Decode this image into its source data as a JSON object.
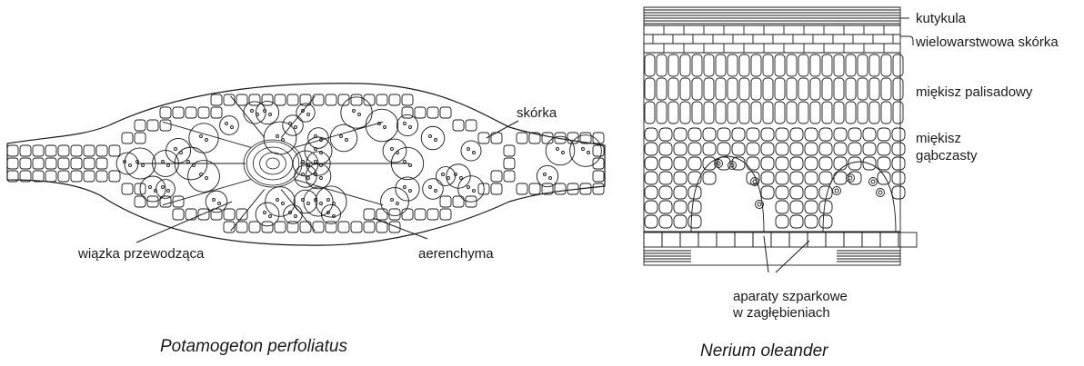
{
  "left_panel": {
    "caption": "Potamogeton perfoliatus",
    "labels": {
      "skorka": "skórka",
      "wiazka": "wiązka przewodząca",
      "aerenchyma": "aerenchyma"
    }
  },
  "right_panel": {
    "caption": "Nerium oleander",
    "labels": {
      "kutykula": "kutykula",
      "wielowarstwowa": "wielowarstwowa skórka",
      "palisadowy": "miękisz palisadowy",
      "miekisz": "miękisz",
      "gabczasty": "gąbczasty",
      "aparaty": "aparaty szparkowe",
      "zaglebienia": "w zagłębieniach"
    }
  },
  "colors": {
    "ink": "#1a1a1a",
    "background": "#ffffff"
  }
}
